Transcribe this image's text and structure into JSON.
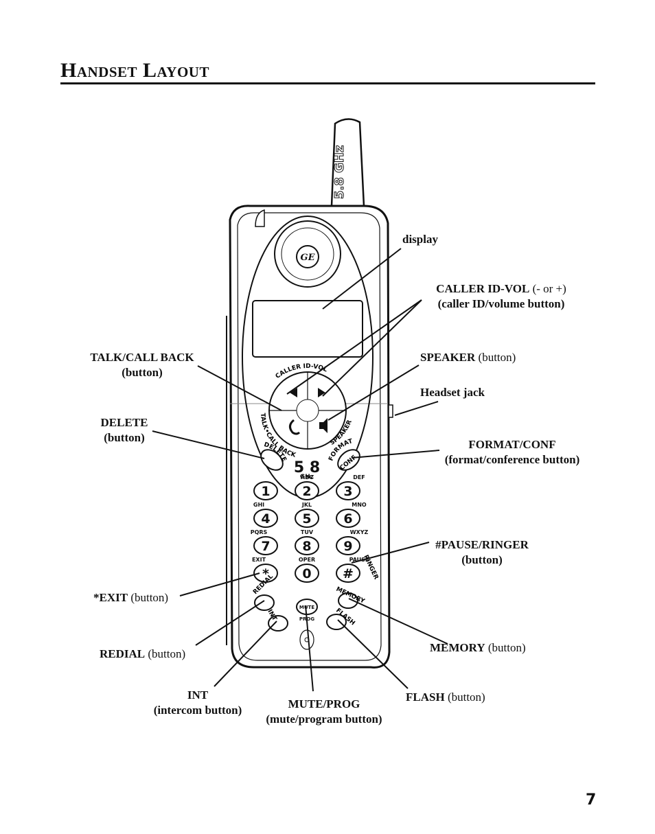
{
  "page": {
    "title": "Handset Layout",
    "page_number": "7"
  },
  "handset": {
    "antenna_text": "5.8 GHz",
    "band_big": "5 8",
    "band_unit": "GHz",
    "brand": "GE",
    "arc_caller": "CALLER ID-VOL",
    "arc_talk": "TALK•CALL BACK",
    "arc_speaker": "SPEAKER",
    "arc_delete": "DELETE",
    "arc_format": "FORMAT",
    "conf_key": "CONF",
    "keys": [
      {
        "digit": "1",
        "letters": ""
      },
      {
        "digit": "2",
        "letters": "ABC"
      },
      {
        "digit": "3",
        "letters": "DEF"
      },
      {
        "digit": "4",
        "letters": "GHI"
      },
      {
        "digit": "5",
        "letters": "JKL"
      },
      {
        "digit": "6",
        "letters": "MNO"
      },
      {
        "digit": "7",
        "letters": "PQRS"
      },
      {
        "digit": "8",
        "letters": "TUV"
      },
      {
        "digit": "9",
        "letters": "WXYZ"
      },
      {
        "digit": "*",
        "letters": "EXIT"
      },
      {
        "digit": "0",
        "letters": "OPER"
      },
      {
        "digit": "#",
        "letters": "PAUSE"
      }
    ],
    "arc_ringer": "RINGER",
    "arc_redial": "REDIAL",
    "arc_memory": "MEMORY",
    "arc_int": "INT",
    "arc_flash": "FLASH",
    "mute_key": "MUTE",
    "prog_label": "PROG"
  },
  "callouts": {
    "display": {
      "bold": "display",
      "rest": ""
    },
    "caller_id_line1_bold": "CALLER ID-VOL",
    "caller_id_line1_rest": " (- or +)",
    "caller_id_line2": "(caller ID/volume button)",
    "talk_line1": "TALK/CALL BACK",
    "talk_line2": "(button)",
    "speaker_bold": "SPEAKER",
    "speaker_rest": " (button)",
    "headset_jack": "Headset jack",
    "delete_line1": "DELETE",
    "delete_line2": "(button)",
    "format_line1": "FORMAT/CONF",
    "format_line2": "(format/conference button)",
    "pause_line1": "#PAUSE/RINGER",
    "pause_line2": "(button)",
    "exit_bold": "*EXIT",
    "exit_rest": " (button)",
    "memory_bold": "MEMORY",
    "memory_rest": " (button)",
    "redial_bold": "REDIAL",
    "redial_rest": " (button)",
    "int_line1": "INT",
    "int_line2": "(intercom button)",
    "mute_line1": "MUTE/PROG",
    "mute_line2": "(mute/program button)",
    "flash_bold": "FLASH",
    "flash_rest": " (button)"
  }
}
